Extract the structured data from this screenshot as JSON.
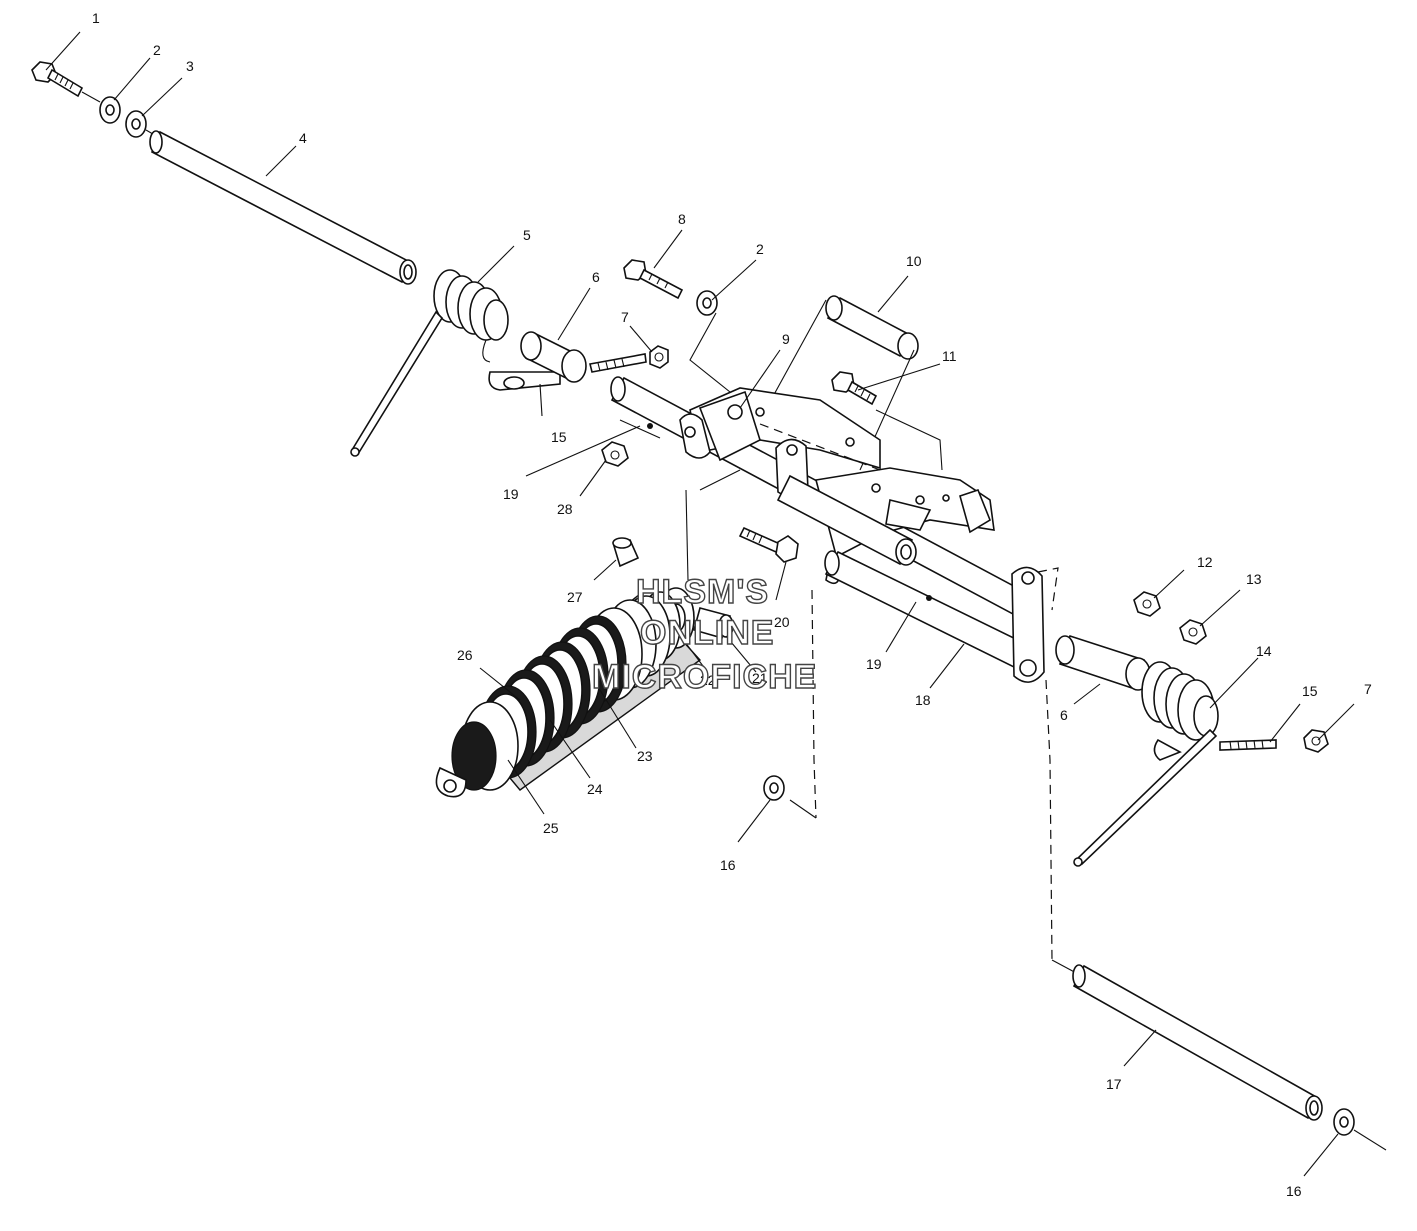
{
  "diagram": {
    "callouts": [
      "1",
      "2",
      "3",
      "4",
      "5",
      "6",
      "7",
      "15",
      "19",
      "28",
      "8",
      "2",
      "9",
      "10",
      "11",
      "20",
      "27",
      "26",
      "22",
      "21",
      "23",
      "24",
      "25",
      "16",
      "19",
      "18",
      "6",
      "12",
      "13",
      "14",
      "15",
      "7",
      "17",
      "16"
    ]
  },
  "watermark": {
    "line1": "HLSM'S",
    "line2": "ONLINE",
    "line3": "MICROFICHE"
  }
}
